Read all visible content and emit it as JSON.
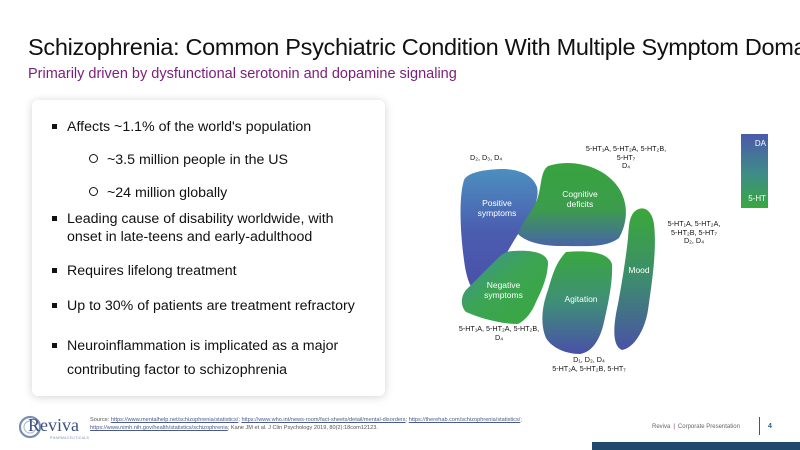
{
  "header": {
    "title": "Schizophrenia: Common Psychiatric Condition With Multiple Symptom Domains",
    "subtitle": "Primarily driven by dysfunctional serotonin and dopamine signaling"
  },
  "facts": {
    "bullet1": "Affects ~1.1% of the world's population",
    "sub1": "~3.5 million people in the US",
    "sub2": "~24 million globally",
    "bullet2": "Leading cause of disability worldwide, with onset in late-teens and early-adulthood",
    "bullet3": "Requires lifelong treatment",
    "bullet4": "Up to 30% of patients are treatment refractory",
    "bullet5": "Neuroinflammation is implicated as a major contributing factor to schizophrenia"
  },
  "diagram": {
    "domains": {
      "positive": [
        "Positive",
        "symptoms"
      ],
      "cognitive": [
        "Cognitive",
        "deficits"
      ],
      "mood": "Mood",
      "negative": [
        "Negative",
        "symptoms"
      ],
      "agitation": "Agitation"
    },
    "receptors": {
      "positive": "D₂, D₃, D₄",
      "cognitive": [
        "5-HT₁A, 5-HT₂A, 5-HT₂B,",
        "5-HT₇",
        "D₄"
      ],
      "mood": [
        "5-HT₁A, 5-HT₂A,",
        "5-HT₂B, 5-HT₇",
        "D₂, D₄"
      ],
      "negative": [
        "5-HT₁A, 5-HT₂A, 5-HT₂B,",
        "D₄"
      ],
      "agitation": [
        "D₁, D₂, D₄",
        "5-HT₂A, 5-HT₂B, 5-HT₇"
      ]
    },
    "legend": {
      "top": "DA",
      "bottom": "5-HT"
    },
    "colors": {
      "dopamine": "#4a5aaa",
      "serotonin": "#3aa83a"
    }
  },
  "footer": {
    "source_prefix": "Source: ",
    "source_links": [
      "https://www.mentalhelp.net/schizophrenia/statistics/",
      "https://www.who.int/news-room/fact-sheets/detail/mental-disorders",
      "https://therehab.com/schizophrenia/statistics/",
      "https://www.nimh.nih.gov/health/statistics/schizophrenia"
    ],
    "source_suffix": "; Kane JM et al. J Clin Psychology 2019, 80(2):18com12123.",
    "logo_text": "Reviva",
    "logo_sub": "PHARMACEUTICALS",
    "brand": "Reviva",
    "presentation": "Corporate Presentation",
    "page_number": "4"
  }
}
